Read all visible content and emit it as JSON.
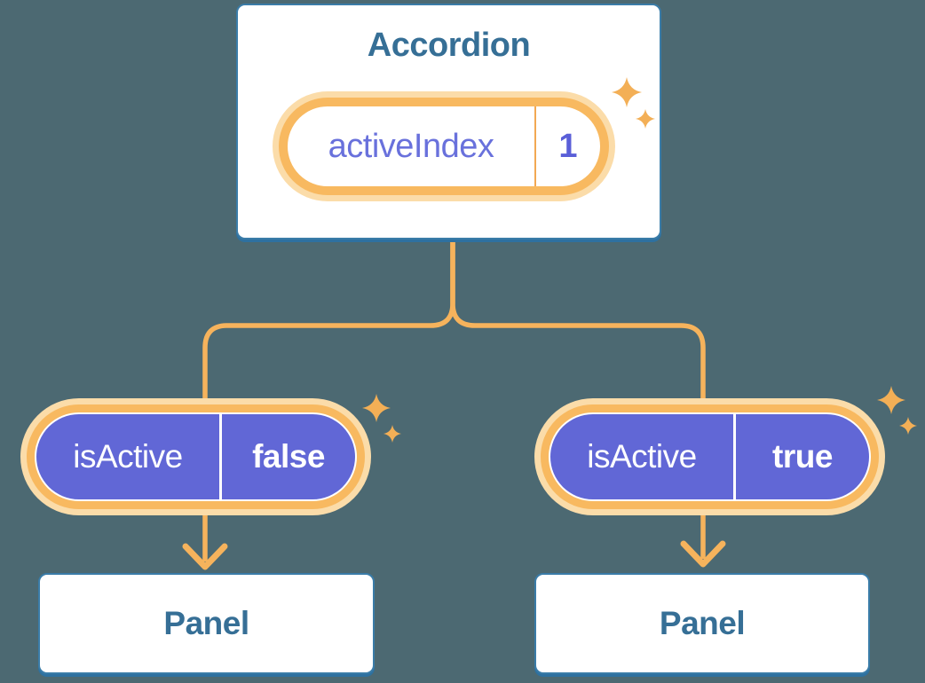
{
  "colors": {
    "bg": "#4C6972",
    "card-border": "#3A7CA8",
    "card-shadow": "#2E71A0",
    "heading": "#366F96",
    "orange": "#F6B35C",
    "orange-border": "#F8B960",
    "glow": "#FBDCA9",
    "divider-orange": "#F2A853",
    "purple": "#6167D6",
    "label-purple": "#6971DC",
    "value-purple": "#5A5FD8",
    "sparkle": "#F3AF56"
  },
  "icons": {
    "sparkles": "four-point-star-sparkle",
    "arrow": "chevron-down-arrow"
  },
  "diagram": {
    "root": {
      "title": "Accordion",
      "state": {
        "label": "activeIndex",
        "value": "1"
      }
    },
    "children": [
      {
        "prop": {
          "label": "isActive",
          "value": "false"
        },
        "target": "Panel"
      },
      {
        "prop": {
          "label": "isActive",
          "value": "true"
        },
        "target": "Panel"
      }
    ]
  }
}
